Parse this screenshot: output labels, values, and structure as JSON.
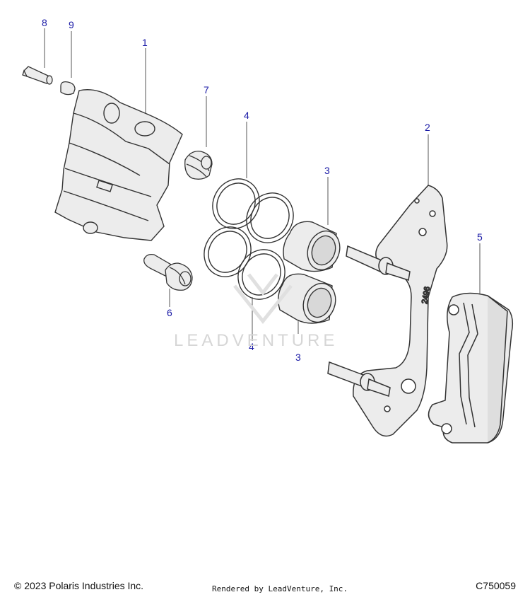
{
  "callouts": [
    {
      "id": "c1",
      "label": "1"
    },
    {
      "id": "c2",
      "label": "2"
    },
    {
      "id": "c3a",
      "label": "3"
    },
    {
      "id": "c3b",
      "label": "3"
    },
    {
      "id": "c4a",
      "label": "4"
    },
    {
      "id": "c4b",
      "label": "4"
    },
    {
      "id": "c5",
      "label": "5"
    },
    {
      "id": "c6",
      "label": "6"
    },
    {
      "id": "c7",
      "label": "7"
    },
    {
      "id": "c8",
      "label": "8"
    },
    {
      "id": "c9",
      "label": "9"
    }
  ],
  "bracket_stamp": "2496",
  "watermark": "LEADVENTURE",
  "footer": {
    "copyright": "© 2023 Polaris Industries Inc.",
    "rendered_by": "Rendered by LeadVenture, Inc.",
    "diagram_code": "C750059"
  },
  "colors": {
    "callout": "#1a1aa6",
    "part_stroke": "#333333",
    "part_fill": "#ececec"
  }
}
